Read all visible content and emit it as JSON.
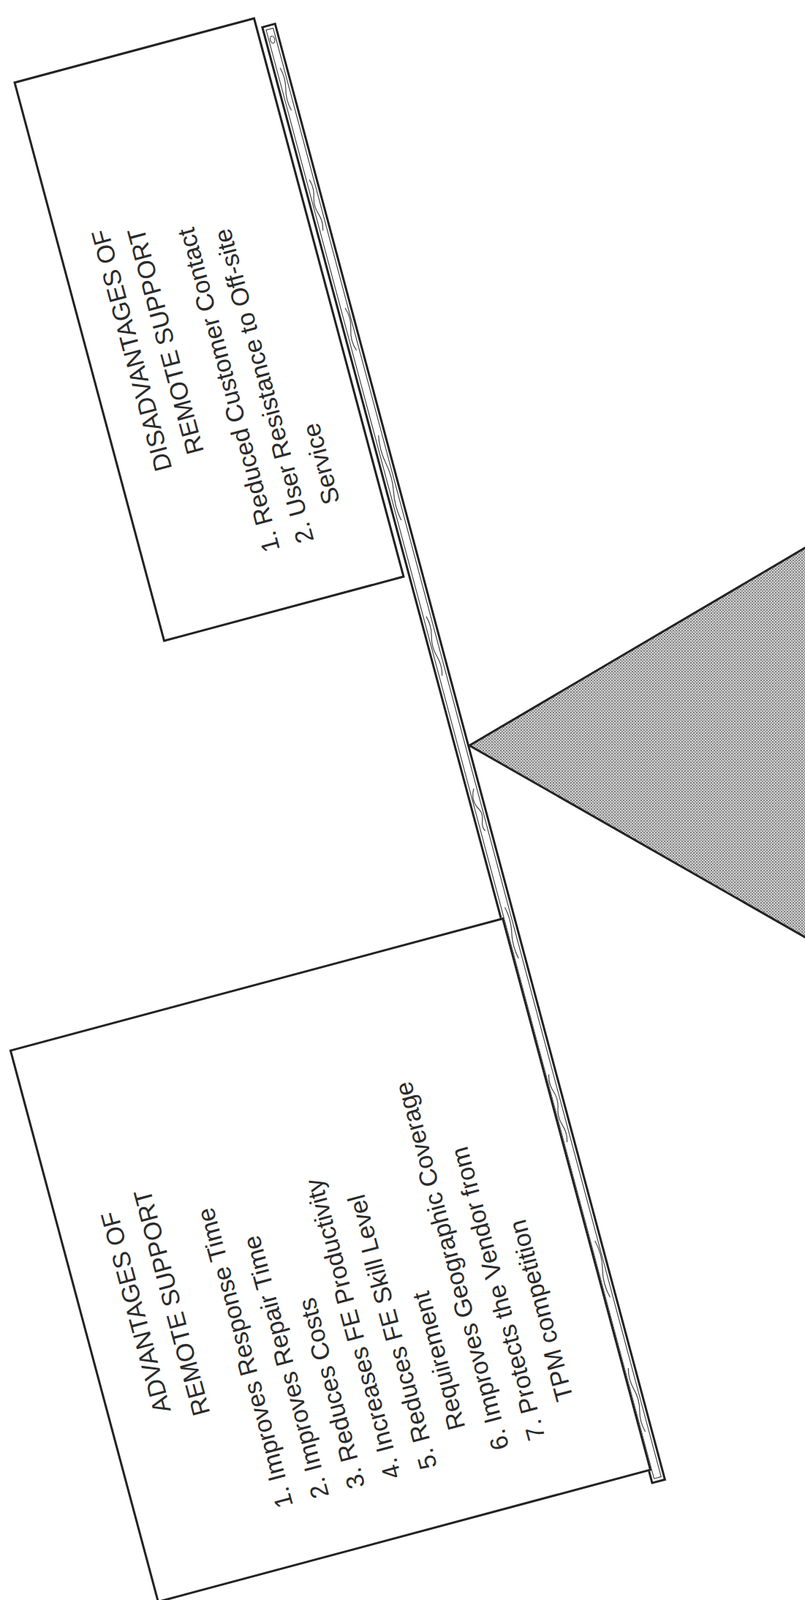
{
  "diagram": {
    "nodes": [
      {
        "text": [
          "ADVANTAGES OF REMOTE SUPPORT",
          "1. Improves Response Time",
          "2. Improves Repair Time",
          "3. Reduces Costs",
          "4. Increases FE Productivity",
          "5. Reduces FE Skill Level Requirement",
          "6. Improves Geographic Coverage",
          "7. Protects the Vendor from TPM competition"
        ]
      },
      {
        "text": [
          "DISADVANTAGES OF REMOTE SUPPORT",
          "1. Reduced Customer Contact",
          "2. User Resistance to Off-site Service"
        ]
      }
    ]
  }
}
